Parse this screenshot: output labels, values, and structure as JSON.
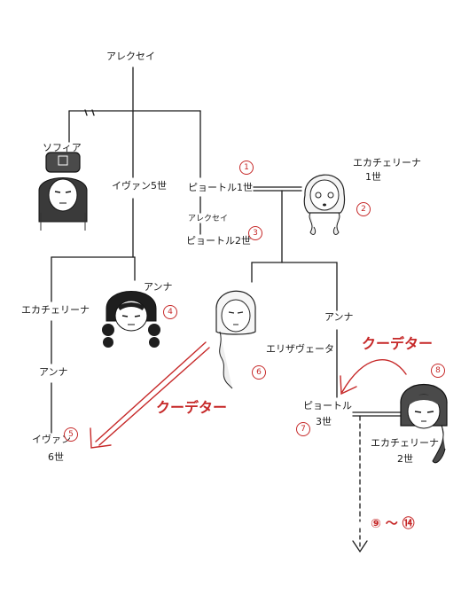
{
  "people": {
    "alexei_top": "アレクセイ",
    "sofia": "ソフィア",
    "ivan5": "イヴァン5世",
    "peter1": "ピョートル1世",
    "alexei_mid": "アレクセイ",
    "peter2": "ピョートル2世",
    "ekaterina1_name": "エカチェリーナ",
    "ekaterina1_suffix": "1世",
    "anna_ivan_daughter": "アンナ",
    "ekaterina_left": "エカチェリーナ",
    "anna_left": "アンナ",
    "ivan6_name": "イヴァン",
    "ivan6_suffix": "6世",
    "elizaveta": "エリザヴェータ",
    "anna_right": "アンナ",
    "peter3_name": "ピョートル",
    "peter3_suffix": "3世",
    "ekaterina2_name": "エカチェリーナ",
    "ekaterina2_suffix": "2世"
  },
  "numbers": {
    "n1": "1",
    "n2": "2",
    "n3": "3",
    "n4": "4",
    "n5": "5",
    "n6": "6",
    "n7": "7",
    "n8": "8"
  },
  "annotations": {
    "coup_left": "クーデター",
    "coup_right": "クーデター",
    "continuation": "⑨ ～ ⑭"
  },
  "colors": {
    "accent_red": "#c62828",
    "line": "#1a1a1a"
  }
}
